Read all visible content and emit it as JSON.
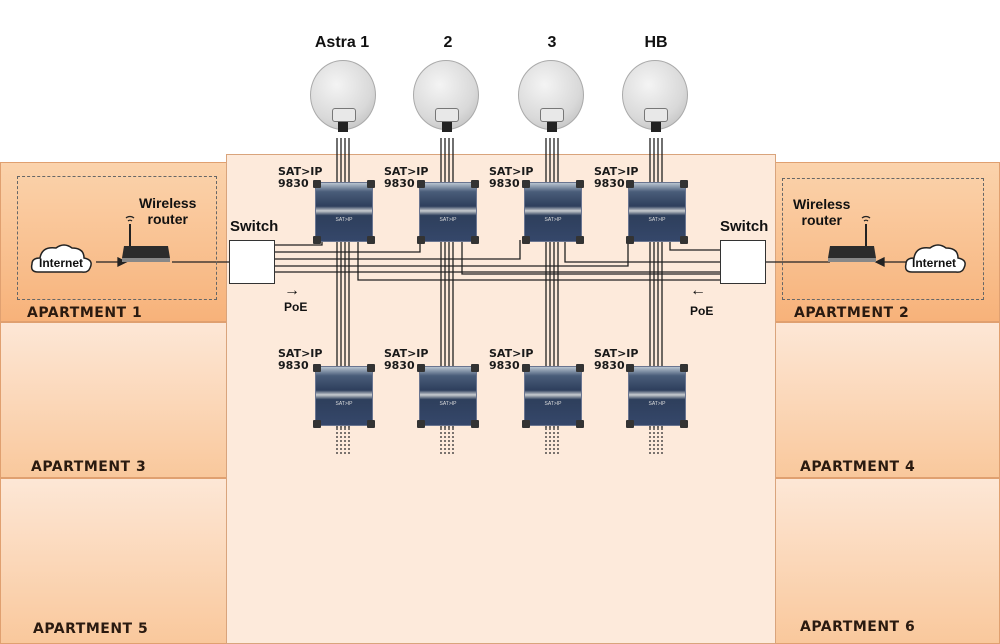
{
  "satellites": [
    {
      "label": "Astra 1"
    },
    {
      "label": "2"
    },
    {
      "label": "3"
    },
    {
      "label": "HB"
    }
  ],
  "devices": {
    "tag_line1": "SAT>IP",
    "tag_line2": "9830",
    "module_text": "SAT>IP"
  },
  "apartments": [
    {
      "label": "APARTMENT 1"
    },
    {
      "label": "APARTMENT 2"
    },
    {
      "label": "APARTMENT 3"
    },
    {
      "label": "APARTMENT 4"
    },
    {
      "label": "APARTMENT 5"
    },
    {
      "label": "APARTMENT 6"
    }
  ],
  "left_network": {
    "router_label_1": "Wireless",
    "router_label_2": "router",
    "cloud_label": "Internet",
    "switch_label": "Switch",
    "poe_label": "PoE",
    "poe_arrow": "→"
  },
  "right_network": {
    "router_label_1": "Wireless",
    "router_label_2": "router",
    "cloud_label": "Internet",
    "switch_label": "Switch",
    "poe_label": "PoE",
    "poe_arrow": "←"
  },
  "colors": {
    "apartment_dark": "#f7b27a",
    "apartment_light": "#fde7d6",
    "core_bg": "#fdeadb",
    "line": "#222222"
  }
}
